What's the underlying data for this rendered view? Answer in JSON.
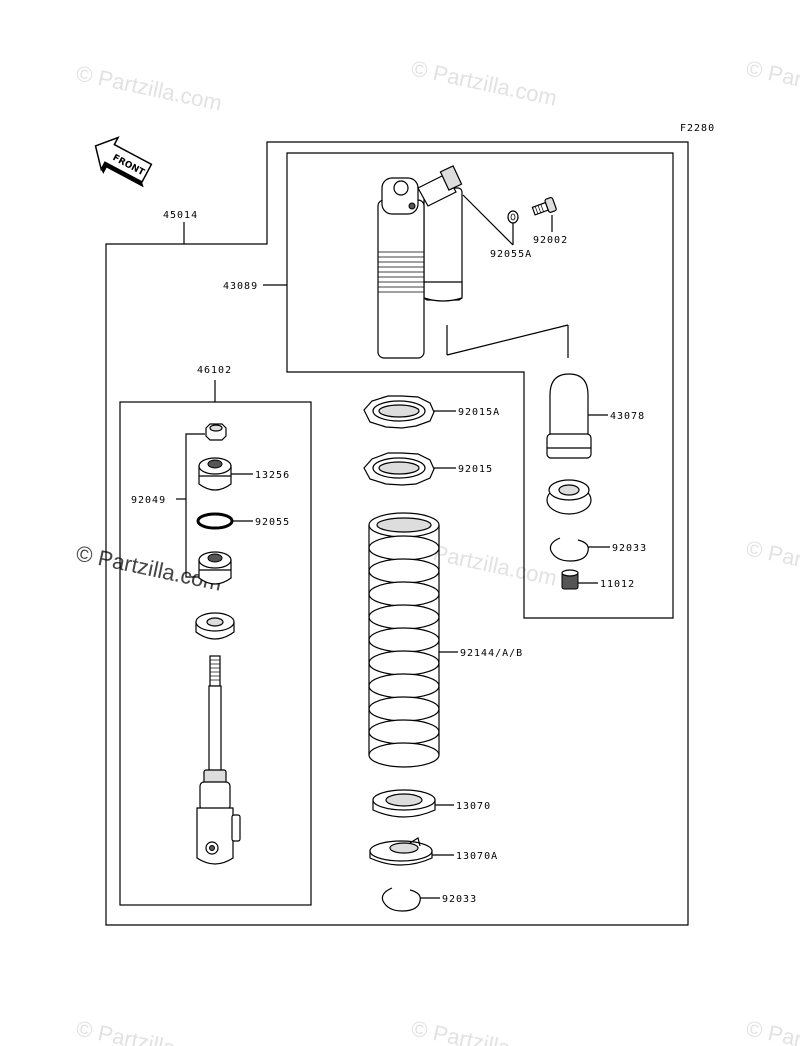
{
  "diagram_code": "F2280",
  "front_label": "FRONT",
  "watermark": "© Partzilla.com",
  "parts": {
    "p45014": "45014",
    "p43089": "43089",
    "p92055A": "92055A",
    "p92002": "92002",
    "p46102": "46102",
    "p92049": "92049",
    "p13256": "13256",
    "p92055": "92055",
    "p92015A": "92015A",
    "p92015": "92015",
    "p43078": "43078",
    "p92033a": "92033",
    "p11012": "11012",
    "p92144": "92144/A/B",
    "p13070": "13070",
    "p13070A": "13070A",
    "p92033b": "92033"
  }
}
